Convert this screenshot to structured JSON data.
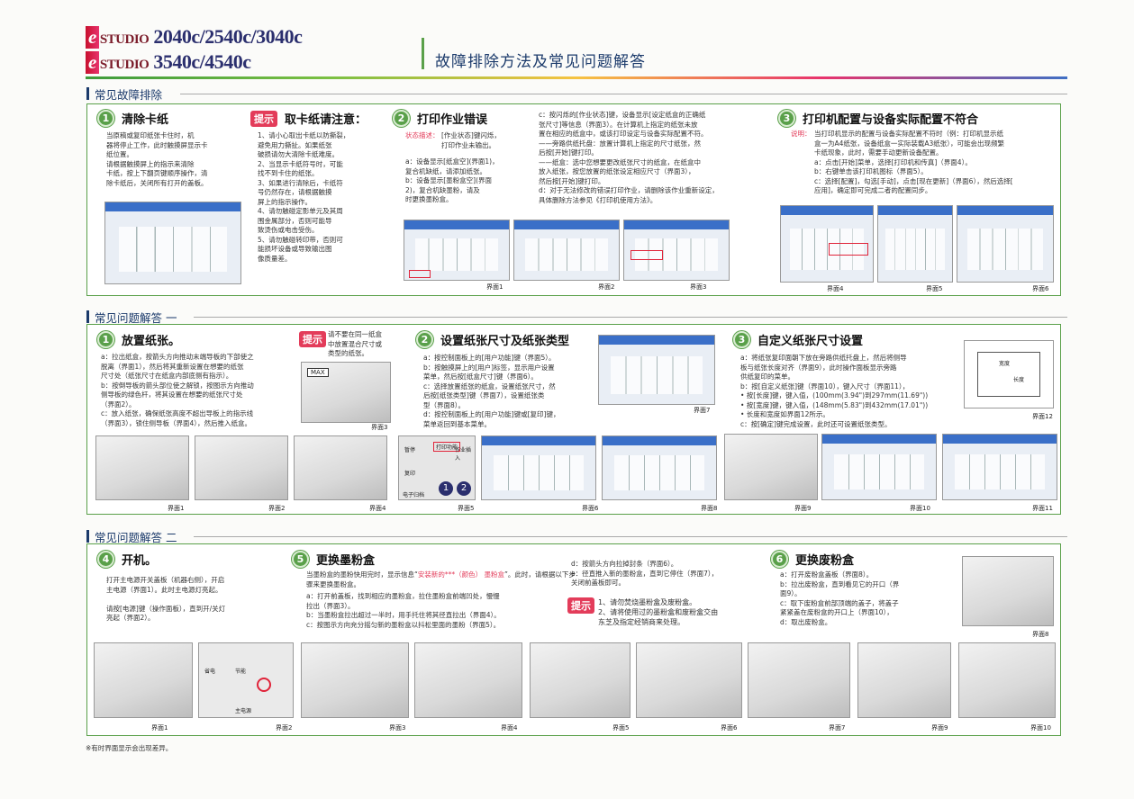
{
  "header": {
    "logo_prefix": "e",
    "logo_studio": "STUDIO",
    "model_line1": "2040c/2540c/3040c",
    "model_line2": "3540c/4540c",
    "main_title": "故障排除方法及常见问题解答"
  },
  "sections": {
    "s1": {
      "title": "常见故障排除",
      "i1": {
        "num": "1",
        "title": "清除卡纸",
        "text": "当原稿或复印纸张卡住时，机\n器将停止工作，此时触摸屏显示卡\n纸位置。\n    请根据触摸屏上的指示来清除\n卡纸，按上下翻页键顺序操作，清\n除卡纸后，关闭所有打开的盖板。"
      },
      "tip": {
        "label": "提示",
        "title": "取卡纸请注意：",
        "text": "1、请小心取出卡纸以防撕裂，\n    避免用力撕扯。如果纸张\n    破损请勿大清除卡纸难度。\n2、当显示卡纸符号时，可能\n    找不到卡住的纸张。\n3、如果进行清除后，卡纸符\n    号仍然存在，请根据触摸\n    屏上的指示操作。\n4、请勿触碰定影单元及其周\n    围金属部分，否则可能导\n    致烫伤或电击受伤。\n5、请勿触碰转印带，否则可\n    能损坏设备或导致输出图\n    像质量差。"
      },
      "i2": {
        "num": "2",
        "title": "打印作业错误",
        "status_label": "状态描述：",
        "status_text": "[作业状态]键闪烁，\n打印作业未输出。",
        "text_a": "a：设备显示[纸盒空](界面1)，\n    复合机缺纸，请添加纸张。\nb：设备显示[墨粉盒空](界面\n    2)，复合机缺墨粉，请及\n    时更换墨粉盒。",
        "text_c": "c：按闪烁的[作业状态]键，设备显示[设定纸盒的正确纸\n    张尺寸]等信息（界面3）。在计算机上指定的纸张未放\n    置在相应的纸盒中，或该打印设定与设备实际配置不符。\n    ——旁路供纸托盘：放置计算机上指定的尺寸纸张，然\n         后按[开始]键打印。\n    ——纸盒：选中您想要更改纸张尺寸的纸盒，在纸盒中\n         放入纸张，按您放置的纸张设定相应尺寸（界面3），\n         然后按[开始]键打印。\nd：对于无法修改的错误打印作业，请删除该作业重新设定，\n    具体删除方法参见《打印机使用方法》。"
      },
      "i3": {
        "num": "3",
        "title": "打印机配置与设备实际配置不符合",
        "note_label": "说明：",
        "text": "当打印机显示的配置与设备实际配置不符时（例：打印机显示纸\n    盒一为A4纸张，设备纸盒一实际装载A3纸张），可能会出现频繁\n    卡纸现象，此时，需要手动更新设备配置。\na：点击[开始]菜单，选择[打印机和传真]（界面4）。\nb：右键单击该打印机图标（界面5）。\nc：选择[配置]，勾选[手动]，点击[现在更新]（界面6），然后选择[\n    应用]，确定即可完成二者的配置同步。"
      },
      "captions": [
        "界面1",
        "界面2",
        "界面3",
        "界面4",
        "界面5",
        "界面6"
      ]
    },
    "s2": {
      "title": "常见问题解答  一",
      "i1": {
        "num": "1",
        "title": "放置纸张。",
        "text": "a：拉出纸盒，按箭头方向推动末端导板的下部使之\n    脱离（界面1），然后将其重新设置在想要的纸张\n    尺寸处（纸张尺寸在纸盒内部底侧有指示）。\nb：按倒导板的箭头部位使之解锁，按图示方向推动\n    侧导板的绿色杆，将其设置在想要的纸张尺寸处\n    （界面2）。\nc：放入纸张，确保纸张高度不超出导板上的指示线\n    （界面3），锁住侧导板（界面4），然后推入纸盒。"
      },
      "tip": {
        "label": "提示",
        "text": "请不要在同一纸盒\n中放置混合尺寸或\n类型的纸张。"
      },
      "max_label": "MAX",
      "i2": {
        "num": "2",
        "title": "设置纸张尺寸及纸张类型",
        "text": "a：按控制面板上的[用户功能]键（界面5）。\nb：按触摸屏上的[用户]标签，显示用户设置\n    菜单，然后按[纸盒尺寸]键（界面6）。\nc：选择放置纸张的纸盒，设置纸张尺寸，然\n    后按[纸张类型]键（界面7），设置纸张类\n    型（界面8）。\nd：按控制面板上的[用户功能]键或[复印]键，\n    菜单返回到基本菜单。"
      },
      "panel": {
        "key1": "暂停",
        "key2": "打印功能",
        "key3": "作业插入",
        "key4": "复印",
        "key5": "电子归档",
        "n1": "1",
        "n2": "2"
      },
      "i3": {
        "num": "3",
        "title": "自定义纸张尺寸设置",
        "text": "a：将纸张复印面朝下放在旁路供纸托盘上，然后将侧导\n    板与纸张长度对齐（界面9），此时操作面板显示旁路\n    供纸复印的菜单。\nb：按[自定义纸张]键（界面10），键入尺寸（界面11），\n    • 按[长度]键，键入值，(100mm(3.94\")到297mm(11.69\"))\n    • 按[宽度]键，键入值，(148mm(5.83\")到432mm(17.01\"))\n    • 长度和宽度如界面12所示。\nc：按[确定]键完成设置，此时还可设置纸张类型。"
      },
      "diagram": {
        "w": "宽度",
        "l": "长度"
      },
      "captions": [
        "界面1",
        "界面2",
        "界面3",
        "界面4",
        "界面5",
        "界面6",
        "界面7",
        "界面8",
        "界面9",
        "界面10",
        "界面11",
        "界面12"
      ]
    },
    "s3": {
      "title": "常见问题解答  二",
      "i4": {
        "num": "4",
        "title": "开机。",
        "text": "    打开主电源开关盖板（机器右侧），开启\n主电源（界面1）。此时主电源灯亮起。\n\n    请按[电源]键（操作面板），直到开/关灯\n亮起（界面2）。"
      },
      "panel2": {
        "a": "省电",
        "b": "节能",
        "c": "主电源"
      },
      "i5": {
        "num": "5",
        "title": "更换墨粉盒",
        "intro_a": "    当墨粉盒的墨粉快用完时，显示信息“",
        "intro_red": "安装新的***（颜色）\n墨粉盒",
        "intro_b": "”。此时，请根据以下步骤来更换墨粉盒。",
        "text": "a：打开前盖板，找到相应的墨粉盒，拉住墨粉盒前端凹处，慢慢\n    拉出（界面3）。\nb：当墨粉盒拉出超过一半时，用手托住将其径直拉出（界面4）。\nc：按图示方向充分摇匀新的墨粉盒以抖松里面的墨粉（界面5）。",
        "text2": "d：按箭头方向拉掉封条（界面6）。\ne：径直推入新的墨粉盒，直到它停住（界面7），\n    关闭前盖板即可。"
      },
      "tip": {
        "label": "提示",
        "text": "1、请勿焚烧墨粉盒及废粉盒。\n2、请将使用过的墨粉盒和废粉盒交由\n    东芝及指定经销商来处理。"
      },
      "i6": {
        "num": "6",
        "title": "更换废粉盒",
        "text": "a：打开废粉盒盖板（界面8）。\nb：拉出废粉盒，直到看见它的开口（界\n    面9）。\nc：取下废粉盒前部顶端的盖子，将盖子\n    紧紧盖在废粉盒的开口上（界面10），\nd：取出废粉盒。"
      },
      "captions": [
        "界面1",
        "界面2",
        "界面3",
        "界面4",
        "界面5",
        "界面6",
        "界面7",
        "界面8",
        "界面9",
        "界面10"
      ]
    }
  },
  "footnote": "※有时界面显示会出现差异。",
  "colors": {
    "green": "#5aa04a",
    "navy": "#1b3a6b",
    "red": "#e33c5a"
  }
}
